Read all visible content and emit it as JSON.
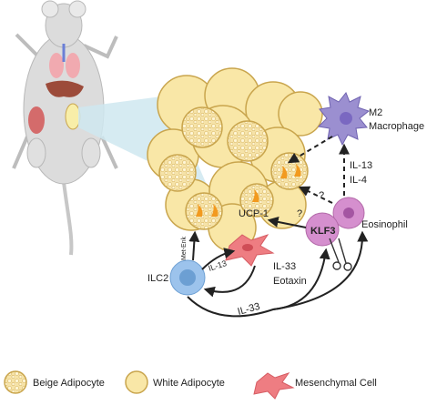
{
  "labels": {
    "m2": "M2",
    "macrophage": "Macrophage",
    "il13_right": "IL-13",
    "il4": "IL-4",
    "question_upper": "?",
    "question_lower": "?",
    "eosinophil": "Eosinophil",
    "klf3": "KLF3",
    "ucp1": "UCP-1",
    "met_enk": "Met-Enk",
    "il13_left": "IL-13",
    "ilc2": "ILC2",
    "il33_right": "IL-33",
    "eotaxin": "Eotaxin",
    "il33_bottom": "IL-33"
  },
  "legend": {
    "beige": "Beige Adipocyte",
    "white": "White Adipocyte",
    "mesenchymal": "Mesenchymal Cell"
  },
  "colors": {
    "beige_fill": "#f6e3a8",
    "white_fill": "#f9e7a7",
    "cell_outline": "#c9a54d",
    "macrophage": "#9b8fd0",
    "eosinophil": "#d58fce",
    "mesenchymal": "#ee7d82",
    "ilc2": "#9cc3ec",
    "flame": "#f29a1f",
    "mouse_body": "#dcdcdc",
    "inset": "#cfe8f0"
  }
}
